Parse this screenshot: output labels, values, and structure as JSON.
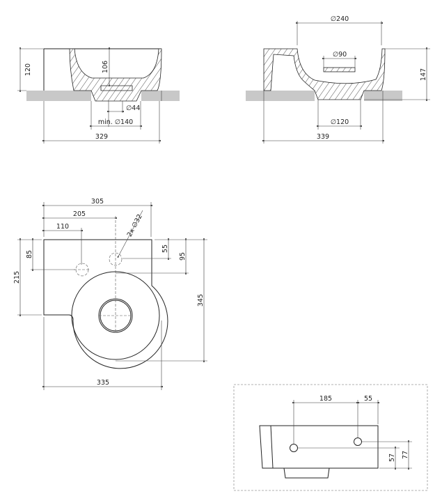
{
  "side_view_1": {
    "height_total": "120",
    "basin_depth": "106",
    "drain_diameter": "∅44",
    "cutout_min": "min. ∅140",
    "width": "329"
  },
  "side_view_2": {
    "bowl_diameter": "∅240",
    "overflow_diameter": "∅90",
    "height_total": "147",
    "cutout": "∅120",
    "width": "339"
  },
  "top_view": {
    "width_back": "305",
    "tap_hole_offset": "205",
    "hole_offset": "110",
    "hole_callout": "2x ∅32",
    "left_depth": "215",
    "hole_depth": "85",
    "tap_hole_depth": "55",
    "hole_depth_right": "95",
    "total_depth": "345",
    "total_width": "335"
  },
  "front_view": {
    "hole_spacing": "185",
    "edge_offset": "55",
    "hole_height_1": "57",
    "hole_height_2": "77"
  }
}
